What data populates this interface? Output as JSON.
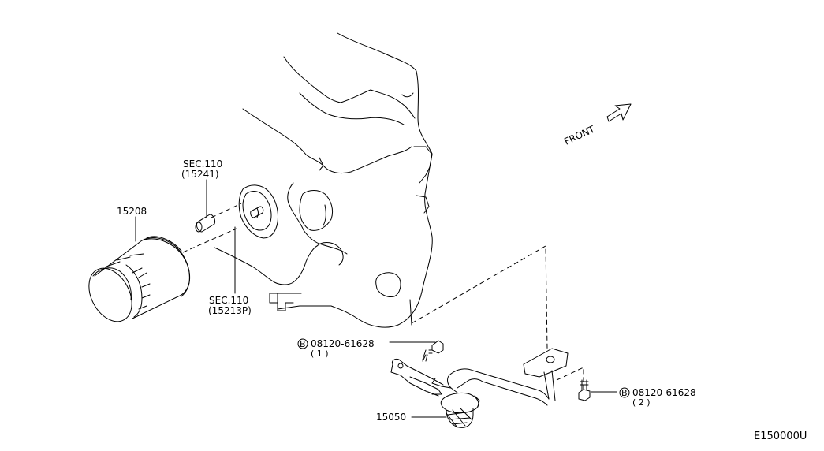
{
  "labels": {
    "sec110_a": "SEC.110",
    "part_15241": "(15241)",
    "part_15208": "15208",
    "sec110_b": "SEC.110",
    "part_15213p": "(15213P)",
    "front": "FRONT",
    "bolt1_symbol": "B",
    "bolt1_number": "08120-61628",
    "bolt1_qty": "( 1 )",
    "bolt2_symbol": "B",
    "bolt2_number": "08120-61628",
    "bolt2_qty": "( 2 )",
    "part_15050": "15050",
    "diagram_code": "E150000U"
  }
}
